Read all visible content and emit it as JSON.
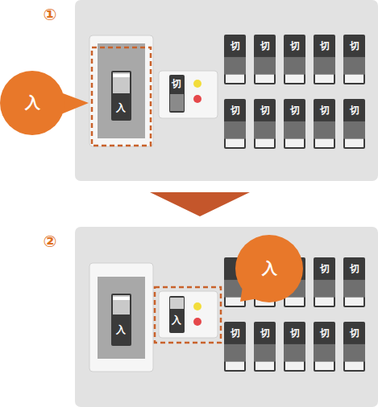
{
  "diagram": {
    "nodes": [
      {
        "text": [
          "①"
        ]
      },
      {
        "text": [
          "入"
        ]
      },
      {
        "text": [
          "②"
        ]
      },
      {
        "text": [
          "入"
        ]
      }
    ],
    "edges": [
      {
        "from": 0,
        "to": 2,
        "arrow": "to"
      }
    ],
    "labels": [
      "入",
      "切",
      "切",
      "切",
      "切",
      "切",
      "切",
      "切",
      "切",
      "切",
      "切",
      "切",
      "入",
      "入",
      "切",
      "切",
      "切",
      "切",
      "切",
      "切",
      "切"
    ]
  }
}
